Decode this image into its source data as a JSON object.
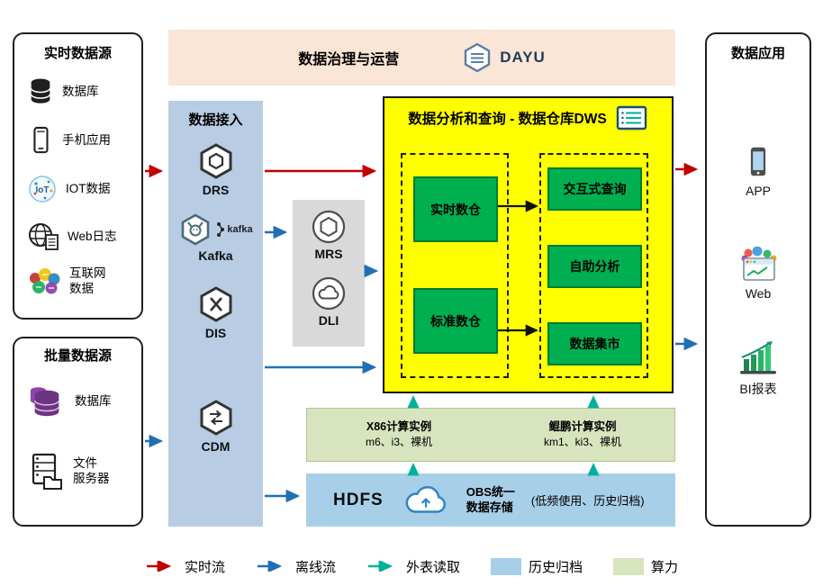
{
  "colors": {
    "realtime_flow": "#c00000",
    "offline_flow": "#1f6fb5",
    "external_read": "#00b09b",
    "archive_fill": "#a8cfe8",
    "compute_fill": "#d7e4bd",
    "dws_fill": "#ffff00",
    "service_green": "#00b050",
    "banner_fill": "#fbe5d6",
    "ingest_fill": "#b8cce4"
  },
  "realtime_sources": {
    "title": "实时数据源",
    "items": [
      {
        "label": "数据库",
        "icon": "database-icon"
      },
      {
        "label": "手机应用",
        "icon": "phone-icon"
      },
      {
        "label": "IOT数据",
        "icon": "iot-icon"
      },
      {
        "label": "Web日志",
        "icon": "web-log-globe-icon"
      },
      {
        "label": "互联网\n数据",
        "icon": "internet-data-icon"
      }
    ]
  },
  "batch_sources": {
    "title": "批量数据源",
    "items": [
      {
        "label": "数据库",
        "icon": "database-purple-icon"
      },
      {
        "label": "文件\n服务器",
        "icon": "file-server-icon"
      }
    ]
  },
  "governance": {
    "title": "数据治理与运营",
    "brand": "DAYU"
  },
  "ingestion": {
    "title": "数据接入",
    "kafka_mark": "kafka",
    "items": [
      {
        "label": "DRS",
        "icon": "drs-hexagon-icon"
      },
      {
        "label": "Kafka",
        "icon": "kafka-hexagon-icon"
      },
      {
        "label": "DIS",
        "icon": "dis-hexagon-icon"
      },
      {
        "label": "CDM",
        "icon": "cdm-hexagon-icon"
      }
    ]
  },
  "processing": {
    "items": [
      {
        "label": "MRS",
        "icon": "mrs-icon"
      },
      {
        "label": "DLI",
        "icon": "dli-icon"
      }
    ]
  },
  "dws": {
    "title": "数据分析和查询 - 数据仓库DWS",
    "warehouses": [
      "实时数仓",
      "标准数仓"
    ],
    "services": [
      "交互式查询",
      "自助分析",
      "数据集市"
    ]
  },
  "compute": {
    "x86_title": "X86计算实例",
    "x86_models": "m6、i3、裸机",
    "kunpeng_title": "鲲鹏计算实例",
    "kunpeng_models": "km1、ki3、裸机"
  },
  "storage": {
    "hdfs": "HDFS",
    "obs_line1": "OBS统一",
    "obs_line2": "数据存储",
    "note": "(低频使用、历史归档)"
  },
  "applications": {
    "title": "数据应用",
    "items": [
      {
        "label": "APP",
        "icon": "app-phone-icon"
      },
      {
        "label": "Web",
        "icon": "web-browser-icon"
      },
      {
        "label": "BI报表",
        "icon": "bi-report-icon"
      }
    ]
  },
  "legend": {
    "realtime": "实时流",
    "offline": "离线流",
    "external": "外表读取",
    "archive": "历史归档",
    "compute": "算力"
  }
}
